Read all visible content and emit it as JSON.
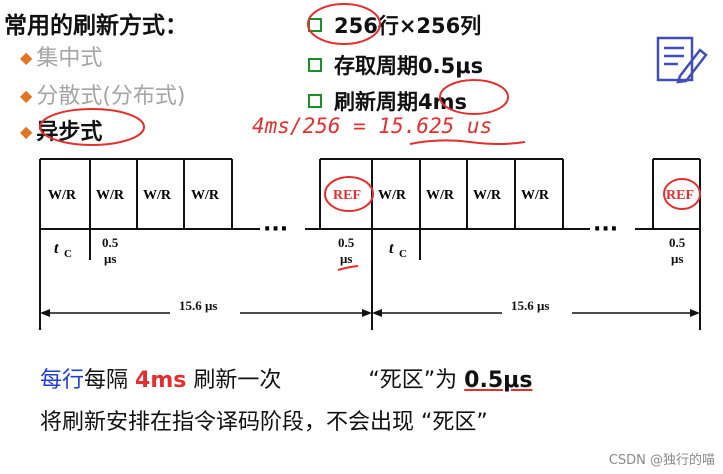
{
  "heading": "常用的刷新方式：",
  "methods": [
    {
      "label": "集中式"
    },
    {
      "label": "分散式(分布式)"
    },
    {
      "label": "异步式"
    }
  ],
  "specs": [
    {
      "label": "256行×256列"
    },
    {
      "label": "存取周期0.5μs"
    },
    {
      "label": "刷新周期4ms"
    }
  ],
  "formula": "4ms/256 = 15.625 us",
  "timing": {
    "wr_label": "W/R",
    "ref_label": "REF",
    "ellipsis": "···",
    "tc_label": "t",
    "tc_sub": "C",
    "half_val": "0.5",
    "half_unit": "μs",
    "span_label": "15.6 μs"
  },
  "footer": {
    "line1_a": "每行",
    "line1_b": "每隔",
    "line1_c": "4ms",
    "line1_d": "刷新一次",
    "line1_e": "“死区”为",
    "line1_f": "0.5μs",
    "line2": "将刷新安排在指令译码阶段，不会出现 “死区”"
  },
  "watermark": "CSDN @独行的喵"
}
